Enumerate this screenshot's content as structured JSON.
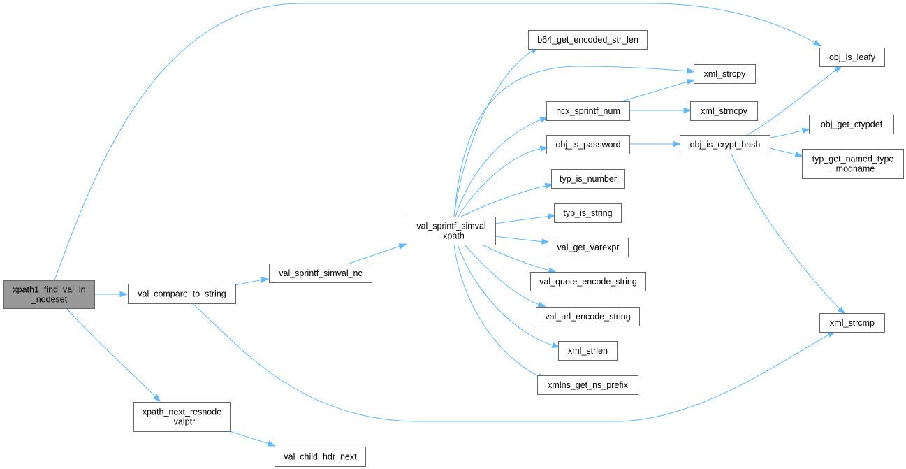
{
  "graph": {
    "type": "call-graph",
    "edge_color": "#63b8ff",
    "node_border_color": "#666666",
    "root_fill_color": "#999999",
    "nodes": [
      {
        "id": "xpath1_find_val_in_nodeset",
        "lines": [
          "xpath1_find_val_in",
          "_nodeset"
        ],
        "root": true
      },
      {
        "id": "val_compare_to_string",
        "lines": [
          "val_compare_to_string"
        ]
      },
      {
        "id": "xpath_next_resnode_valptr",
        "lines": [
          "xpath_next_resnode",
          "_valptr"
        ]
      },
      {
        "id": "val_child_hdr_next",
        "lines": [
          "val_child_hdr_next"
        ]
      },
      {
        "id": "val_sprintf_simval_nc",
        "lines": [
          "val_sprintf_simval_nc"
        ]
      },
      {
        "id": "val_sprintf_simval_xpath",
        "lines": [
          "val_sprintf_simval",
          "_xpath"
        ]
      },
      {
        "id": "b64_get_encoded_str_len",
        "lines": [
          "b64_get_encoded_str_len"
        ]
      },
      {
        "id": "xml_strcpy",
        "lines": [
          "xml_strcpy"
        ]
      },
      {
        "id": "ncx_sprintf_num",
        "lines": [
          "ncx_sprintf_num"
        ]
      },
      {
        "id": "xml_strncpy",
        "lines": [
          "xml_strncpy"
        ]
      },
      {
        "id": "obj_is_password",
        "lines": [
          "obj_is_password"
        ]
      },
      {
        "id": "obj_is_crypt_hash",
        "lines": [
          "obj_is_crypt_hash"
        ]
      },
      {
        "id": "typ_is_number",
        "lines": [
          "typ_is_number"
        ]
      },
      {
        "id": "typ_is_string",
        "lines": [
          "typ_is_string"
        ]
      },
      {
        "id": "val_get_varexpr",
        "lines": [
          "val_get_varexpr"
        ]
      },
      {
        "id": "val_quote_encode_string",
        "lines": [
          "val_quote_encode_string"
        ]
      },
      {
        "id": "val_url_encode_string",
        "lines": [
          "val_url_encode_string"
        ]
      },
      {
        "id": "xml_strlen",
        "lines": [
          "xml_strlen"
        ]
      },
      {
        "id": "xmlns_get_ns_prefix",
        "lines": [
          "xmlns_get_ns_prefix"
        ]
      },
      {
        "id": "obj_is_leafy",
        "lines": [
          "obj_is_leafy"
        ]
      },
      {
        "id": "obj_get_ctypdef",
        "lines": [
          "obj_get_ctypdef"
        ]
      },
      {
        "id": "typ_get_named_type_modname",
        "lines": [
          "typ_get_named_type",
          "_modname"
        ]
      },
      {
        "id": "xml_strcmp",
        "lines": [
          "xml_strcmp"
        ]
      }
    ],
    "edges": [
      [
        "xpath1_find_val_in_nodeset",
        "obj_is_leafy"
      ],
      [
        "xpath1_find_val_in_nodeset",
        "val_compare_to_string"
      ],
      [
        "xpath1_find_val_in_nodeset",
        "xpath_next_resnode_valptr"
      ],
      [
        "val_compare_to_string",
        "val_sprintf_simval_nc"
      ],
      [
        "val_compare_to_string",
        "xml_strcmp"
      ],
      [
        "xpath_next_resnode_valptr",
        "val_child_hdr_next"
      ],
      [
        "val_sprintf_simval_nc",
        "val_sprintf_simval_xpath"
      ],
      [
        "val_sprintf_simval_xpath",
        "b64_get_encoded_str_len"
      ],
      [
        "val_sprintf_simval_xpath",
        "xml_strcpy"
      ],
      [
        "val_sprintf_simval_xpath",
        "ncx_sprintf_num"
      ],
      [
        "val_sprintf_simval_xpath",
        "obj_is_password"
      ],
      [
        "val_sprintf_simval_xpath",
        "typ_is_number"
      ],
      [
        "val_sprintf_simval_xpath",
        "typ_is_string"
      ],
      [
        "val_sprintf_simval_xpath",
        "val_get_varexpr"
      ],
      [
        "val_sprintf_simval_xpath",
        "val_quote_encode_string"
      ],
      [
        "val_sprintf_simval_xpath",
        "val_url_encode_string"
      ],
      [
        "val_sprintf_simval_xpath",
        "xml_strlen"
      ],
      [
        "val_sprintf_simval_xpath",
        "xmlns_get_ns_prefix"
      ],
      [
        "ncx_sprintf_num",
        "xml_strcpy"
      ],
      [
        "ncx_sprintf_num",
        "xml_strncpy"
      ],
      [
        "obj_is_password",
        "obj_is_crypt_hash"
      ],
      [
        "obj_is_crypt_hash",
        "obj_is_leafy"
      ],
      [
        "obj_is_crypt_hash",
        "obj_get_ctypdef"
      ],
      [
        "obj_is_crypt_hash",
        "typ_get_named_type_modname"
      ],
      [
        "obj_is_crypt_hash",
        "xml_strcmp"
      ]
    ]
  }
}
